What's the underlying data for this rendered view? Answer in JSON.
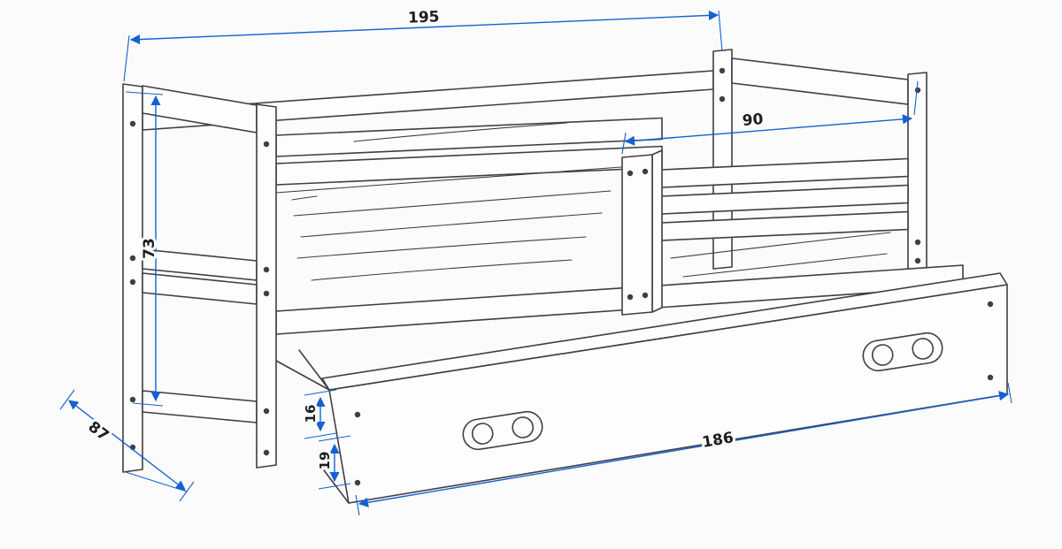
{
  "colors": {
    "background": "#fbfbfb",
    "line": "#3f3f42",
    "dimension": "#1561d2",
    "text": "#1d1d1f"
  },
  "dimensions": {
    "length_top": "195",
    "guard_rail_length": "90",
    "height_left": "73",
    "depth_left": "87",
    "drawer_gap": "16",
    "drawer_front": "19",
    "drawer_length": "186"
  }
}
